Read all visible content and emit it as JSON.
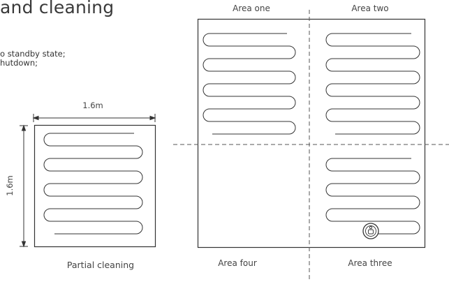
{
  "heading": {
    "title": "and cleaning"
  },
  "notes": {
    "line1": "o standby state;",
    "line2": "hutdown;"
  },
  "partial": {
    "width_label": "1.6m",
    "height_label": "1.6m",
    "caption": "Partial cleaning"
  },
  "zones": {
    "area_one": "Area one",
    "area_two": "Area two",
    "area_three": "Area three",
    "area_four": "Area four"
  },
  "icons": {
    "robot": "robot-vacuum-icon"
  }
}
